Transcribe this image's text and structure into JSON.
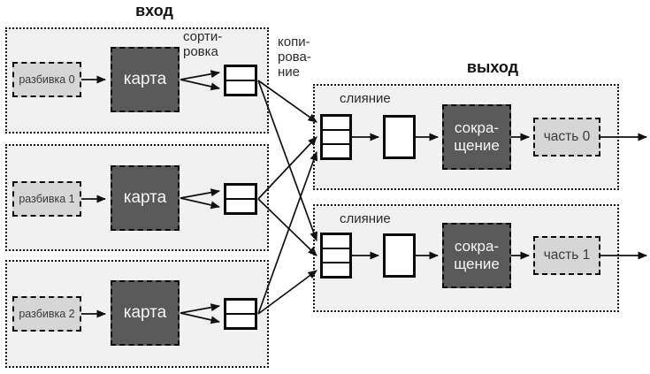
{
  "colors": {
    "container_fill": "#f1f1f1",
    "dark_box_fill": "#595959",
    "light_box_fill": "#d6d6d6",
    "line_color": "#111111",
    "dark_box_text": "#f7f7f7"
  },
  "labels": {
    "input_title": "вход",
    "output_title": "выход",
    "sort_line1": "сорти-",
    "sort_line2": "ровка",
    "copy_line1": "копи-",
    "copy_line2": "рова-",
    "copy_line3": "ние"
  },
  "input_rows": [
    {
      "split": "разбивка 0",
      "map": "карта"
    },
    {
      "split": "разбивка 1",
      "map": "карта"
    },
    {
      "split": "разбивка 2",
      "map": "карта"
    }
  ],
  "output_rows": [
    {
      "merge": "слияние",
      "reduce_line1": "сокра-",
      "reduce_line2": "щение",
      "part": "часть 0"
    },
    {
      "merge": "слияние",
      "reduce_line1": "сокра-",
      "reduce_line2": "щение",
      "part": "часть 1"
    }
  ]
}
